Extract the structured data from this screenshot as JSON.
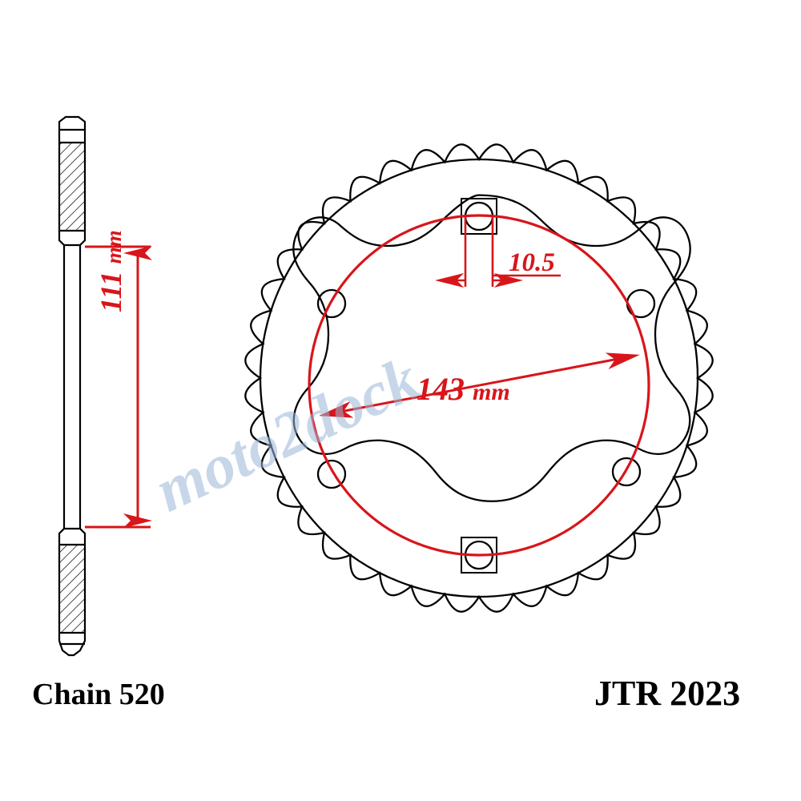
{
  "drawing": {
    "title_part_number": "JTR 2023",
    "chain_label": "Chain 520",
    "dimensions": {
      "bolt_circle": {
        "value": "143",
        "unit": "mm",
        "name": "bolt-circle-diameter"
      },
      "inner_width": {
        "value": "111",
        "unit": "mm",
        "name": "hub-width"
      },
      "bolt_hole": {
        "value": "10.5",
        "unit": "",
        "name": "bolt-hole-diameter"
      }
    },
    "watermark": "moto2dock",
    "colors": {
      "dimension_red": "#d8151a",
      "outline_black": "#000000",
      "watermark_blue": "#9ab7d8"
    },
    "view_labels": {
      "side_view": "side-profile-view",
      "front_view": "front-sprocket-view"
    }
  }
}
